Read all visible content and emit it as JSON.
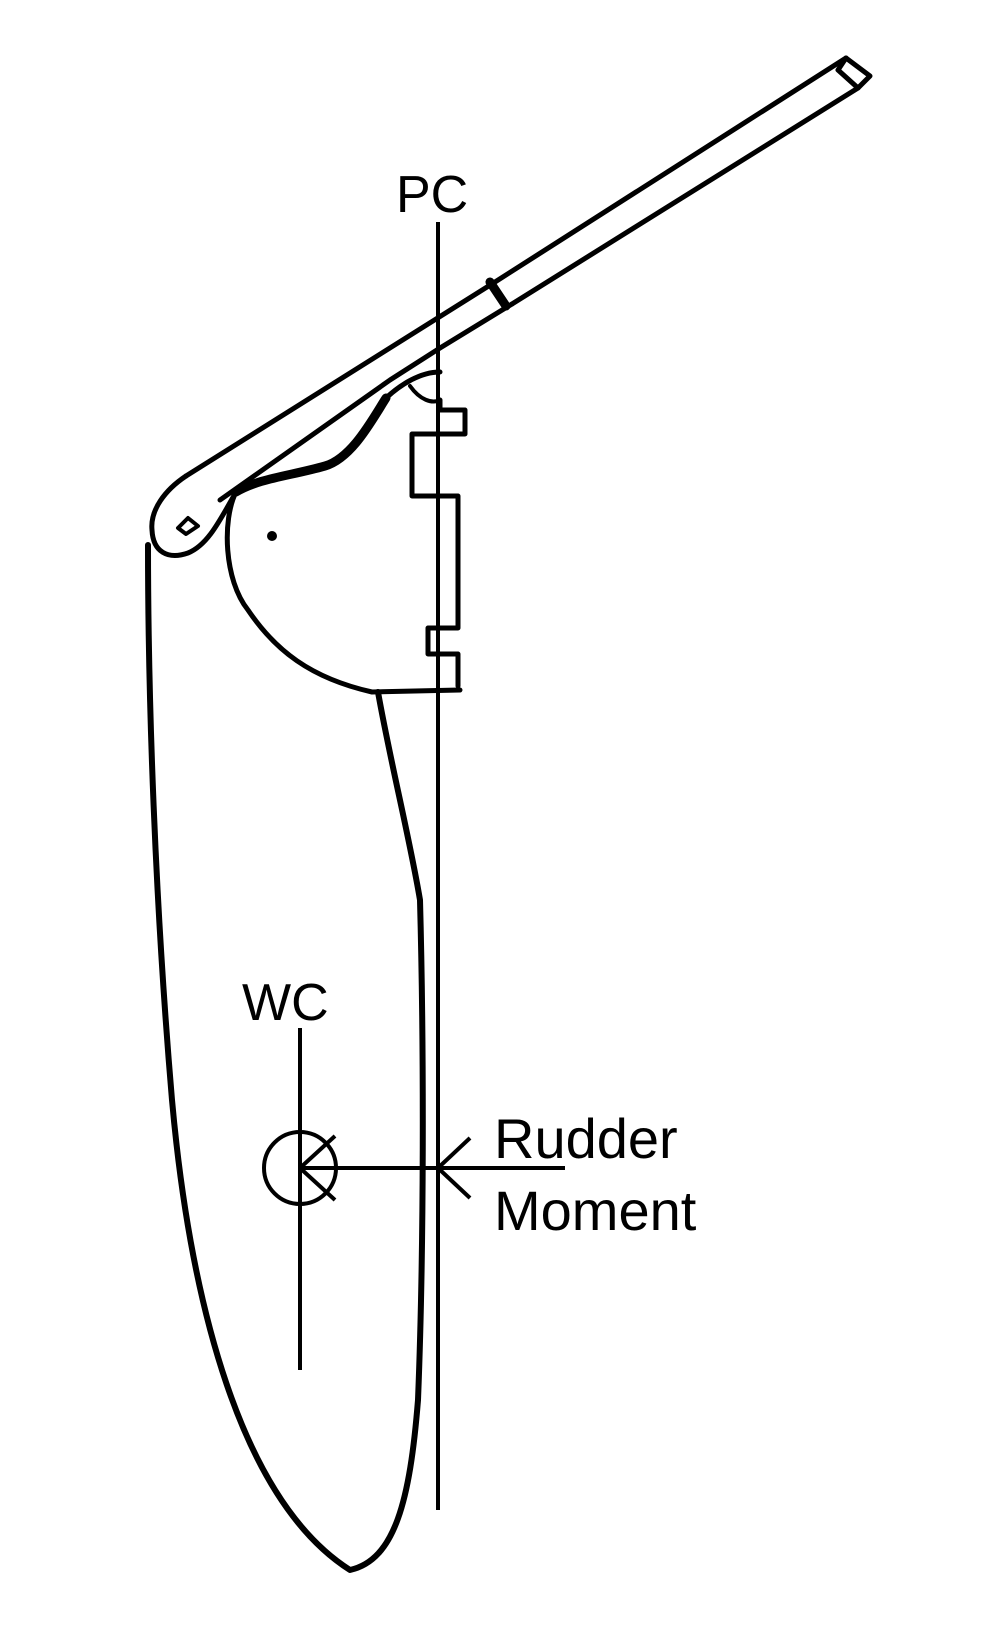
{
  "labels": {
    "pivot_center": "PC",
    "water_center": "WC",
    "moment_line1": "Rudder",
    "moment_line2": "Moment"
  },
  "colors": {
    "ink": "#000000",
    "background": "#ffffff"
  }
}
